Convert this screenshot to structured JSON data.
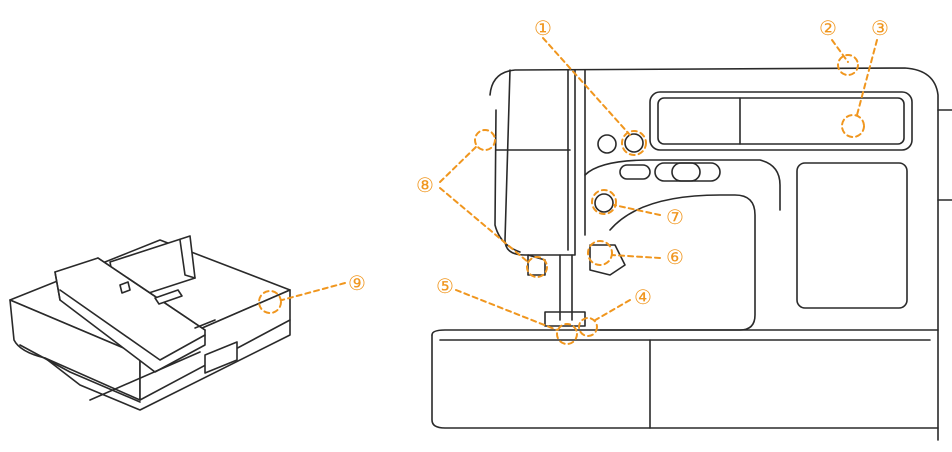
{
  "callouts": [
    {
      "id": "1",
      "label": "①"
    },
    {
      "id": "2",
      "label": "②"
    },
    {
      "id": "3",
      "label": "③"
    },
    {
      "id": "4",
      "label": "④"
    },
    {
      "id": "5",
      "label": "⑤"
    },
    {
      "id": "6",
      "label": "⑥"
    },
    {
      "id": "7",
      "label": "⑦"
    },
    {
      "id": "8",
      "label": "⑧"
    },
    {
      "id": "9",
      "label": "⑨"
    }
  ],
  "colors": {
    "accent": "#f0961e",
    "line": "#2a2a2a",
    "background": "#ffffff"
  }
}
